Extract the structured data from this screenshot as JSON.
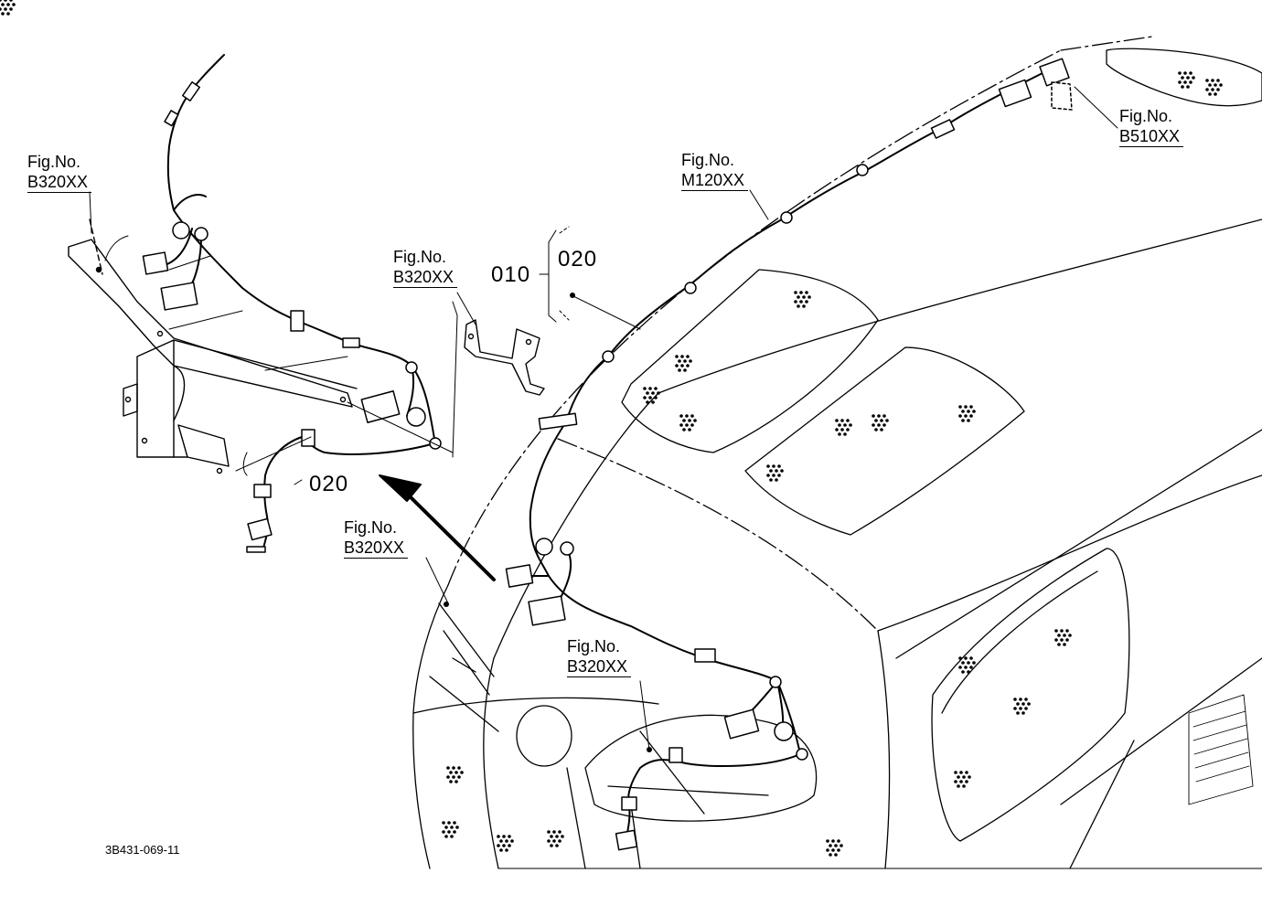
{
  "callouts": [
    {
      "head": "Fig.No.",
      "code": "B320XX"
    },
    {
      "head": "Fig.No.",
      "code": "B320XX"
    },
    {
      "head": "Fig.No.",
      "code": "B320XX"
    },
    {
      "head": "Fig.No.",
      "code": "B320XX"
    },
    {
      "head": "Fig.No.",
      "code": "M120XX"
    },
    {
      "head": "Fig.No.",
      "code": "B510XX"
    }
  ],
  "part_numbers": {
    "p010": "010",
    "p020_bracket": "020",
    "p020_detail": "020"
  },
  "drawing_ref": "3B431-069-11"
}
